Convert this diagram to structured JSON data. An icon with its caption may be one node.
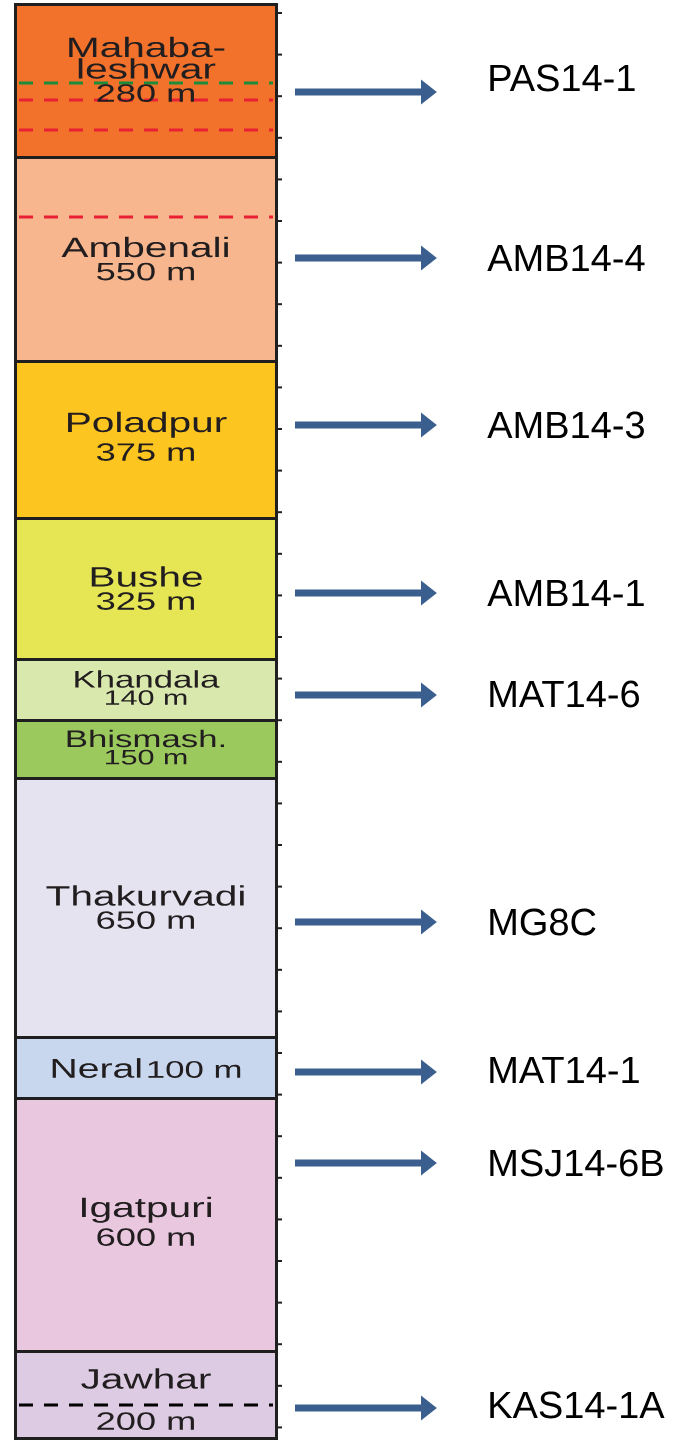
{
  "diagram": {
    "nodes": [
      {
        "text": [
          "Mahaba- leshwar",
          "280 m"
        ]
      },
      {
        "text": [
          "Ambenali",
          "550 m"
        ]
      },
      {
        "text": [
          "Poladpur",
          "375 m"
        ]
      },
      {
        "text": [
          "Bushe",
          "325 m"
        ]
      },
      {
        "text": [
          "Khandala",
          "140 m"
        ]
      },
      {
        "text": [
          "Bhismash.",
          "150 m"
        ]
      },
      {
        "text": [
          "Thakurvadi",
          "650 m"
        ]
      },
      {
        "text": [
          "Neral",
          "100 m"
        ]
      },
      {
        "text": [
          "Igatpuri",
          "600 m"
        ]
      },
      {
        "text": [
          "Jawhar",
          "200 m"
        ]
      },
      {
        "text": [
          "PAS14-1"
        ]
      },
      {
        "text": [
          "AMB14-4"
        ]
      },
      {
        "text": [
          "AMB14-3"
        ]
      },
      {
        "text": [
          "AMB14-1"
        ]
      },
      {
        "text": [
          "MAT14-6"
        ]
      },
      {
        "text": [
          "MG8C"
        ]
      },
      {
        "text": [
          "MAT14-1"
        ]
      },
      {
        "text": [
          "MSJ14-6B"
        ]
      },
      {
        "text": [
          "KAS14-1A"
        ]
      }
    ],
    "edges": [
      {
        "from": 0,
        "to": 10,
        "arrow": "to"
      },
      {
        "from": 1,
        "to": 11,
        "arrow": "to"
      },
      {
        "from": 2,
        "to": 12,
        "arrow": "to"
      },
      {
        "from": 3,
        "to": 13,
        "arrow": "to"
      },
      {
        "from": 4,
        "to": 14,
        "arrow": "to"
      },
      {
        "from": 6,
        "to": 15,
        "arrow": "to"
      },
      {
        "from": 7,
        "to": 16,
        "arrow": "to"
      },
      {
        "from": 8,
        "to": 17,
        "arrow": "to"
      },
      {
        "from": 9,
        "to": 18,
        "arrow": "to"
      }
    ]
  }
}
